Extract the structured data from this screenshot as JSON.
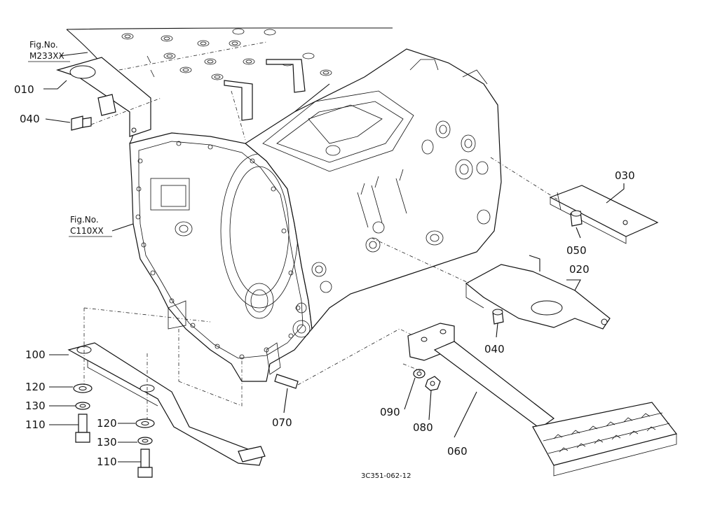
{
  "figure_refs": {
    "top": {
      "line1": "Fig.No.",
      "line2": "M233XX"
    },
    "middle": {
      "line1": "Fig.No.",
      "line2": "C110XX"
    }
  },
  "part_labels": {
    "p010": "010",
    "p040a": "040",
    "p030": "030",
    "p050": "050",
    "p020": "020",
    "p040b": "040",
    "p100": "100",
    "p120a": "120",
    "p130a": "130",
    "p110a": "110",
    "p120b": "120",
    "p130b": "130",
    "p110b": "110",
    "p070": "070",
    "p090": "090",
    "p080": "080",
    "p060": "060"
  },
  "drawing_code": "3C351-062-12"
}
